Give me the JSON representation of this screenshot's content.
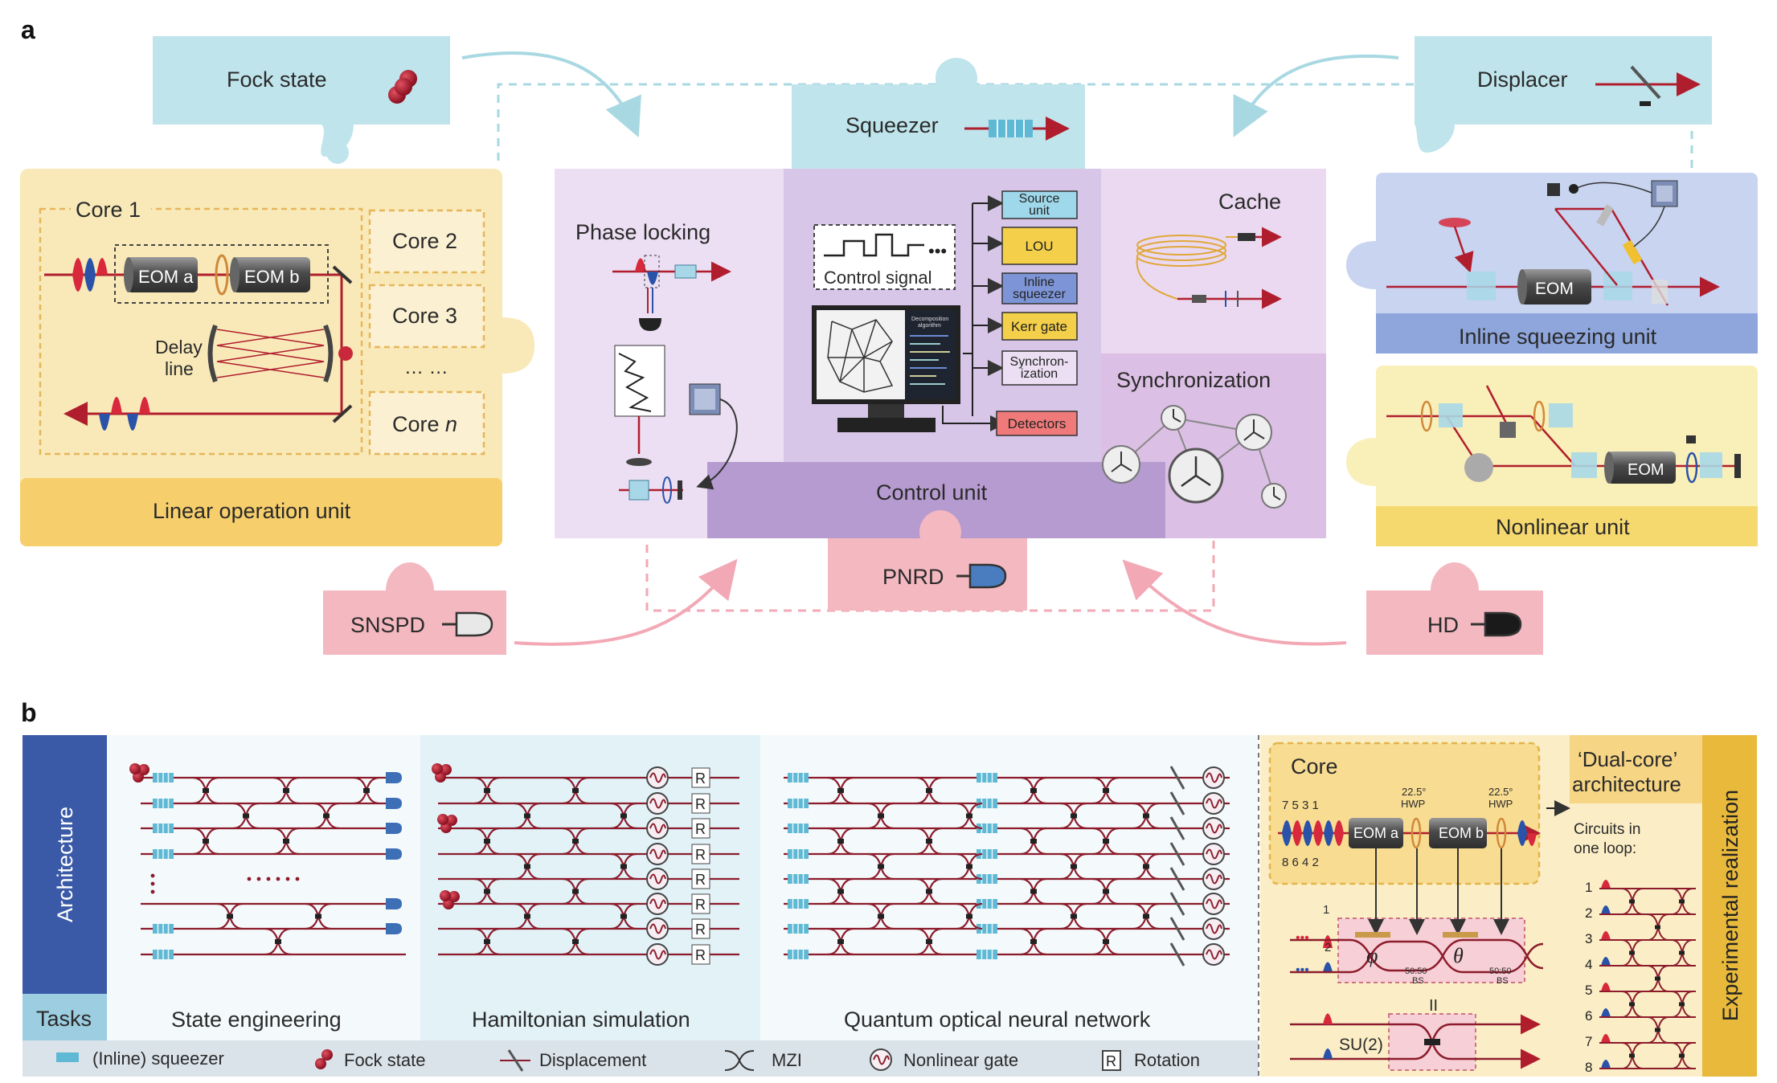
{
  "panel_a": {
    "letter": "a",
    "top_pieces": {
      "fock_state": "Fock state",
      "squeezer": "Squeezer",
      "displacer": "Displacer"
    },
    "linear_unit": {
      "core1": "Core 1",
      "eom_a": "EOM a",
      "eom_b": "EOM b",
      "delay_line_1": "Delay",
      "delay_line_2": "line",
      "core2": "Core 2",
      "core3": "Core 3",
      "dots": "… …",
      "core_n_prefix": "Core ",
      "core_n_italic": "n",
      "title": "Linear operation unit"
    },
    "control": {
      "phase_locking": "Phase locking",
      "control_signal": "Control signal",
      "screen_title_1": "Decomposition",
      "screen_title_2": "algorithm",
      "boxes": [
        "Source\nunit",
        "LOU",
        "Inline\nsqueezer",
        "Kerr gate",
        "Synchron-\nization",
        "Detectors"
      ],
      "cache": "Cache",
      "synchronization": "Synchronization",
      "title": "Control unit"
    },
    "right_units": {
      "eom": "EOM",
      "inline_squeezing": "Inline squeezing unit",
      "nonlinear": "Nonlinear unit"
    },
    "bottom_pieces": {
      "snspd": "SNSPD",
      "pnrd": "PNRD",
      "hd": "HD"
    },
    "colors": {
      "blue_piece": "#bfe4ec",
      "red_piece": "#f3b8c0",
      "yellow": "#f9e9b8",
      "yellow_dark": "#f6cf6c",
      "purple": "#d9c6e6",
      "purple_dark": "#b69bd0",
      "inline_blue": "#c8d4f0",
      "laser_red": "#b01e2e"
    }
  },
  "panel_b": {
    "letter": "b",
    "architecture": "Architecture",
    "tasks": "Tasks",
    "task_names": [
      "State engineering",
      "Hamiltonian simulation",
      "Quantum optical neural network"
    ],
    "rotation_letter": "R",
    "core": {
      "title": "Core",
      "top_numbers": "7  5  3  1",
      "bottom_numbers": "8  6  4  2",
      "eom_a": "EOM a",
      "eom_b": "EOM b",
      "hwp_angle_1": "22.5°",
      "hwp_label_1": "HWP",
      "hwp_angle_2": "22.5°",
      "hwp_label_2": "HWP",
      "mode1": "1",
      "mode2": "2",
      "phi": "φ",
      "theta": "θ",
      "bs1_1": "50:50",
      "bs1_2": "BS",
      "bs2_1": "50:50",
      "bs2_2": "BS",
      "equals": "II",
      "su2": "SU(2)"
    },
    "dual_core": {
      "title_1": "‘Dual-core’",
      "title_2": "architecture",
      "circuits_1": "Circuits in",
      "circuits_2": "one loop:",
      "numbers": [
        "1",
        "2",
        "3",
        "4",
        "5",
        "6",
        "7",
        "8"
      ]
    },
    "experimental": "Experimental realization",
    "legend": [
      {
        "label": "(Inline) squeezer",
        "icon": "squeezer-icon"
      },
      {
        "label": "Fock state",
        "icon": "fock-state-icon"
      },
      {
        "label": "Displacement",
        "icon": "displacement-icon"
      },
      {
        "label": "MZI",
        "icon": "mzi-icon"
      },
      {
        "label": "Nonlinear gate",
        "icon": "nonlinear-gate-icon"
      },
      {
        "label": "Rotation",
        "icon": "rotation-icon"
      }
    ],
    "colors": {
      "arch_blue": "#3a5aa8",
      "tasks_blue": "#9ccde0",
      "waveguide": "#8c1c2c",
      "hamiltonian_bg": "#e2f2f7",
      "state_bg": "#f4f9fb",
      "core_yellow": "#f8dc92",
      "exp_yellow": "#e8b93a"
    }
  }
}
